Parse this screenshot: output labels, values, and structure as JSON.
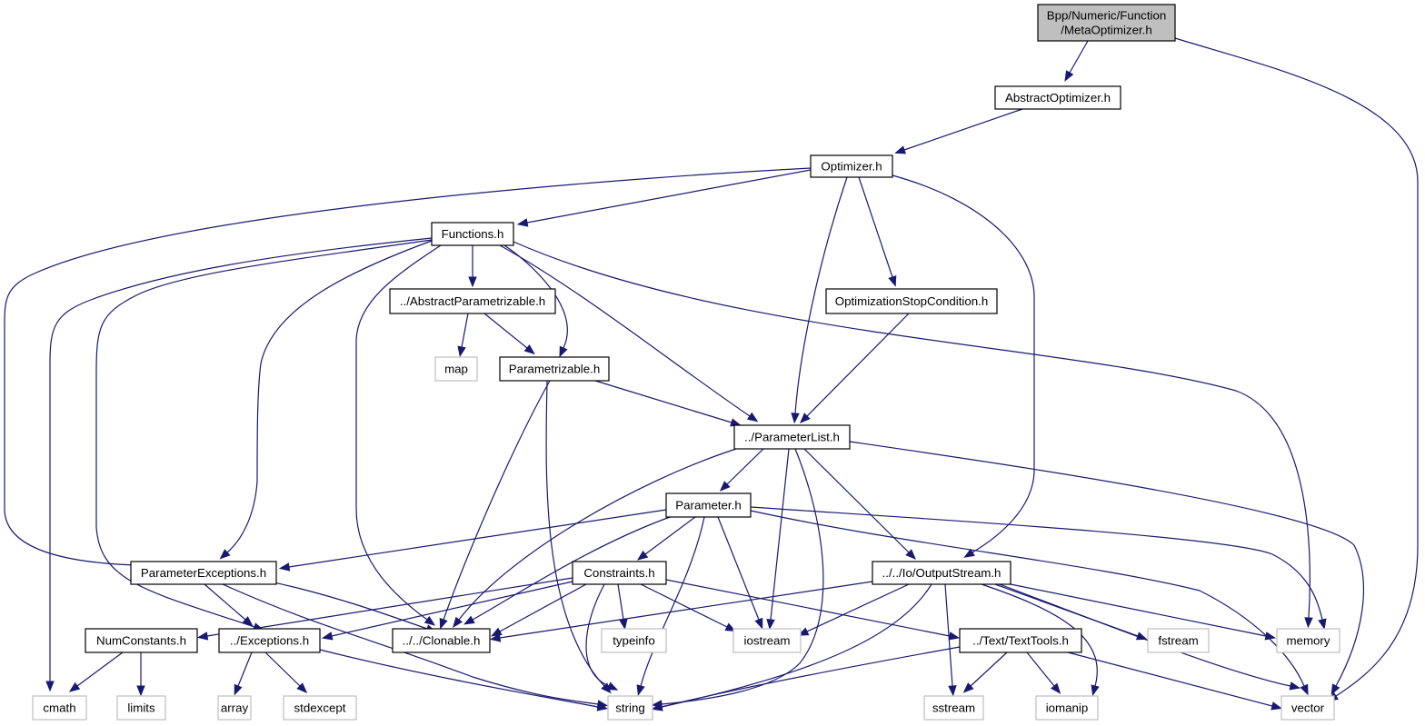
{
  "diagram": {
    "type": "include-dependency-graph",
    "colors": {
      "edge": "#191970",
      "root_fill": "#bfbfbf",
      "project_border": "#000000",
      "external_border": "#bfbfbf",
      "background": "#ffffff"
    },
    "nodes": [
      {
        "id": "meta",
        "label_lines": [
          "Bpp/Numeric/Function",
          "/MetaOptimizer.h"
        ],
        "kind": "root"
      },
      {
        "id": "absopt",
        "label_lines": [
          "AbstractOptimizer.h"
        ],
        "kind": "project"
      },
      {
        "id": "opt",
        "label_lines": [
          "Optimizer.h"
        ],
        "kind": "project"
      },
      {
        "id": "func",
        "label_lines": [
          "Functions.h"
        ],
        "kind": "project"
      },
      {
        "id": "abspar",
        "label_lines": [
          "../AbstractParametrizable.h"
        ],
        "kind": "project"
      },
      {
        "id": "optstop",
        "label_lines": [
          "OptimizationStopCondition.h"
        ],
        "kind": "project"
      },
      {
        "id": "map",
        "label_lines": [
          "map"
        ],
        "kind": "external"
      },
      {
        "id": "par",
        "label_lines": [
          "Parametrizable.h"
        ],
        "kind": "project"
      },
      {
        "id": "plist",
        "label_lines": [
          "../ParameterList.h"
        ],
        "kind": "project"
      },
      {
        "id": "param",
        "label_lines": [
          "Parameter.h"
        ],
        "kind": "project"
      },
      {
        "id": "pexc",
        "label_lines": [
          "ParameterExceptions.h"
        ],
        "kind": "project"
      },
      {
        "id": "constr",
        "label_lines": [
          "Constraints.h"
        ],
        "kind": "project"
      },
      {
        "id": "ostream",
        "label_lines": [
          "../../Io/OutputStream.h"
        ],
        "kind": "project"
      },
      {
        "id": "numc",
        "label_lines": [
          "NumConstants.h"
        ],
        "kind": "project"
      },
      {
        "id": "exc",
        "label_lines": [
          "../Exceptions.h"
        ],
        "kind": "project"
      },
      {
        "id": "clon",
        "label_lines": [
          "../../Clonable.h"
        ],
        "kind": "project"
      },
      {
        "id": "typeinfo",
        "label_lines": [
          "typeinfo"
        ],
        "kind": "external"
      },
      {
        "id": "iostream",
        "label_lines": [
          "iostream"
        ],
        "kind": "external"
      },
      {
        "id": "ttools",
        "label_lines": [
          "../Text/TextTools.h"
        ],
        "kind": "project"
      },
      {
        "id": "fstream",
        "label_lines": [
          "fstream"
        ],
        "kind": "external"
      },
      {
        "id": "memory",
        "label_lines": [
          "memory"
        ],
        "kind": "external"
      },
      {
        "id": "cmath",
        "label_lines": [
          "cmath"
        ],
        "kind": "external"
      },
      {
        "id": "limits",
        "label_lines": [
          "limits"
        ],
        "kind": "external"
      },
      {
        "id": "array",
        "label_lines": [
          "array"
        ],
        "kind": "external"
      },
      {
        "id": "stdexcept",
        "label_lines": [
          "stdexcept"
        ],
        "kind": "external"
      },
      {
        "id": "string",
        "label_lines": [
          "string"
        ],
        "kind": "external"
      },
      {
        "id": "sstream",
        "label_lines": [
          "sstream"
        ],
        "kind": "external"
      },
      {
        "id": "iomanip",
        "label_lines": [
          "iomanip"
        ],
        "kind": "external"
      },
      {
        "id": "vector",
        "label_lines": [
          "vector"
        ],
        "kind": "external"
      }
    ],
    "edges": [
      {
        "from": "meta",
        "to": "absopt"
      },
      {
        "from": "meta",
        "to": "vector"
      },
      {
        "from": "absopt",
        "to": "opt"
      },
      {
        "from": "opt",
        "to": "func"
      },
      {
        "from": "opt",
        "to": "clon"
      },
      {
        "from": "opt",
        "to": "plist"
      },
      {
        "from": "opt",
        "to": "optstop"
      },
      {
        "from": "opt",
        "to": "ostream"
      },
      {
        "from": "func",
        "to": "abspar"
      },
      {
        "from": "func",
        "to": "par"
      },
      {
        "from": "func",
        "to": "plist"
      },
      {
        "from": "func",
        "to": "memory"
      },
      {
        "from": "func",
        "to": "cmath"
      },
      {
        "from": "func",
        "to": "exc"
      },
      {
        "from": "func",
        "to": "pexc"
      },
      {
        "from": "func",
        "to": "clon"
      },
      {
        "from": "abspar",
        "to": "map"
      },
      {
        "from": "abspar",
        "to": "par"
      },
      {
        "from": "optstop",
        "to": "plist"
      },
      {
        "from": "par",
        "to": "plist"
      },
      {
        "from": "par",
        "to": "clon"
      },
      {
        "from": "par",
        "to": "string"
      },
      {
        "from": "plist",
        "to": "param"
      },
      {
        "from": "plist",
        "to": "clon"
      },
      {
        "from": "plist",
        "to": "iostream"
      },
      {
        "from": "plist",
        "to": "string"
      },
      {
        "from": "plist",
        "to": "ostream"
      },
      {
        "from": "plist",
        "to": "vector"
      },
      {
        "from": "param",
        "to": "pexc"
      },
      {
        "from": "param",
        "to": "clon"
      },
      {
        "from": "param",
        "to": "constr"
      },
      {
        "from": "param",
        "to": "string"
      },
      {
        "from": "param",
        "to": "iostream"
      },
      {
        "from": "param",
        "to": "memory"
      },
      {
        "from": "param",
        "to": "vector"
      },
      {
        "from": "pexc",
        "to": "exc"
      },
      {
        "from": "pexc",
        "to": "string"
      },
      {
        "from": "constr",
        "to": "numc"
      },
      {
        "from": "constr",
        "to": "exc"
      },
      {
        "from": "constr",
        "to": "clon"
      },
      {
        "from": "constr",
        "to": "string"
      },
      {
        "from": "constr",
        "to": "typeinfo"
      },
      {
        "from": "constr",
        "to": "iostream"
      },
      {
        "from": "constr",
        "to": "ttools"
      },
      {
        "from": "ostream",
        "to": "clon"
      },
      {
        "from": "ostream",
        "to": "iostream"
      },
      {
        "from": "ostream",
        "to": "string"
      },
      {
        "from": "ostream",
        "to": "sstream"
      },
      {
        "from": "ostream",
        "to": "iomanip"
      },
      {
        "from": "ostream",
        "to": "fstream"
      },
      {
        "from": "ostream",
        "to": "memory"
      },
      {
        "from": "ostream",
        "to": "vector"
      },
      {
        "from": "numc",
        "to": "cmath"
      },
      {
        "from": "numc",
        "to": "limits"
      },
      {
        "from": "exc",
        "to": "array"
      },
      {
        "from": "exc",
        "to": "stdexcept"
      },
      {
        "from": "exc",
        "to": "string"
      },
      {
        "from": "ttools",
        "to": "string"
      },
      {
        "from": "ttools",
        "to": "sstream"
      },
      {
        "from": "ttools",
        "to": "iomanip"
      },
      {
        "from": "ttools",
        "to": "vector"
      }
    ]
  }
}
